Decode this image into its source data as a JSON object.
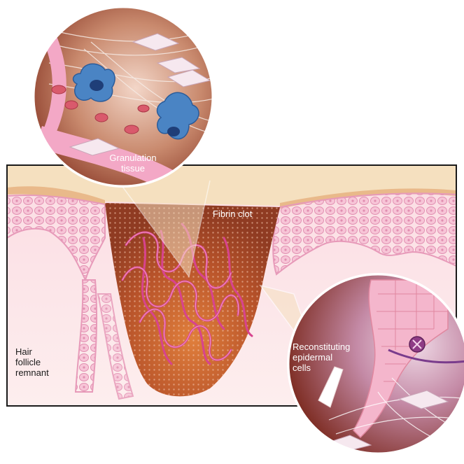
{
  "labels": {
    "hair_follicle": [
      "Hair",
      "follicle",
      "remnant"
    ],
    "fibrin_clot": "Fibrin clot",
    "granulation_tissue": [
      "Granulation",
      "tissue"
    ],
    "reconstituting_cells": [
      "Reconstituting",
      "epidermal",
      "cells"
    ]
  },
  "colors": {
    "epidermis": "#f4b6cc",
    "dermis": "#fbe4e6",
    "clot": "#b8532a",
    "vessel": "#d7438e",
    "zoom_bg": "#8e3a2a",
    "macrophage": "#4a84c4",
    "frame": "#1a1a1a"
  }
}
